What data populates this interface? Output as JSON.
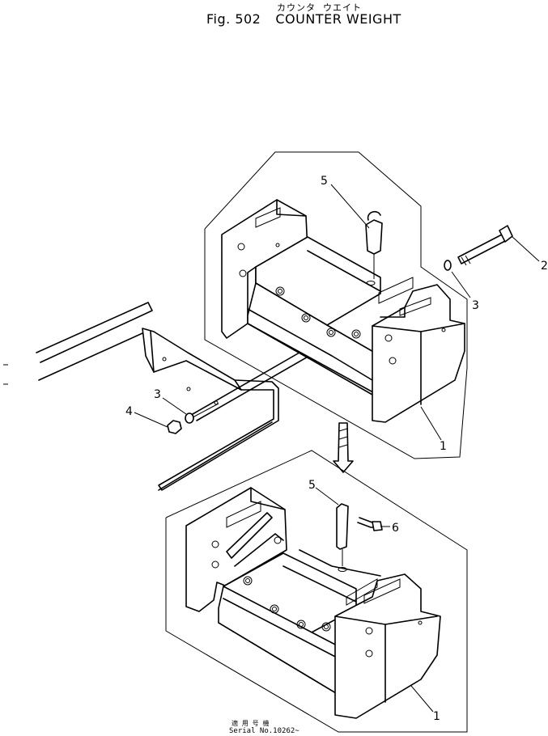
{
  "header": {
    "kana_part1": "カウンタ",
    "kana_part2": "ウエイト",
    "fig_number": "Fig. 502",
    "title": "COUNTER WEIGHT"
  },
  "callouts": {
    "top": {
      "pin": "5",
      "bolt": "2",
      "washer_right": "3",
      "washer_left": "3",
      "nut": "4",
      "weight": "1"
    },
    "bottom": {
      "pin": "5",
      "clip": "6",
      "weight": "1"
    }
  },
  "footer": {
    "serial_label_jp": "適 用 号 機",
    "serial_number": "Serial No.10262~"
  }
}
